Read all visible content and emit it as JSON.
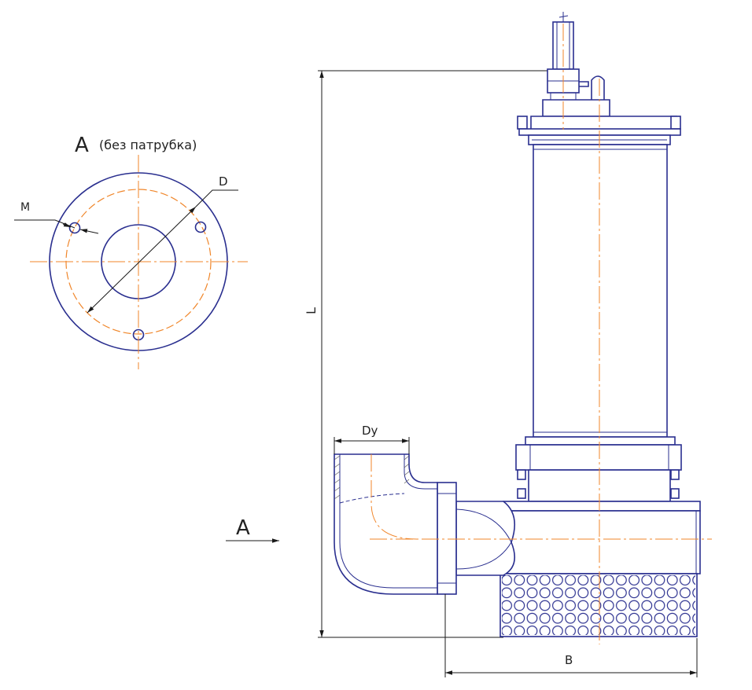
{
  "view_title": "А",
  "view_note": "(без патрубка)",
  "dimensions": {
    "mounting_hole": "М",
    "bolt_circle": "D",
    "overall_length": "L",
    "outlet_diameter": "Dy",
    "base_width": "B"
  },
  "view_arrow_label": "А",
  "colors": {
    "outline": "#2a2f8f",
    "center_axis": "#f0862a",
    "dimension_line": "#1a1a1a"
  }
}
